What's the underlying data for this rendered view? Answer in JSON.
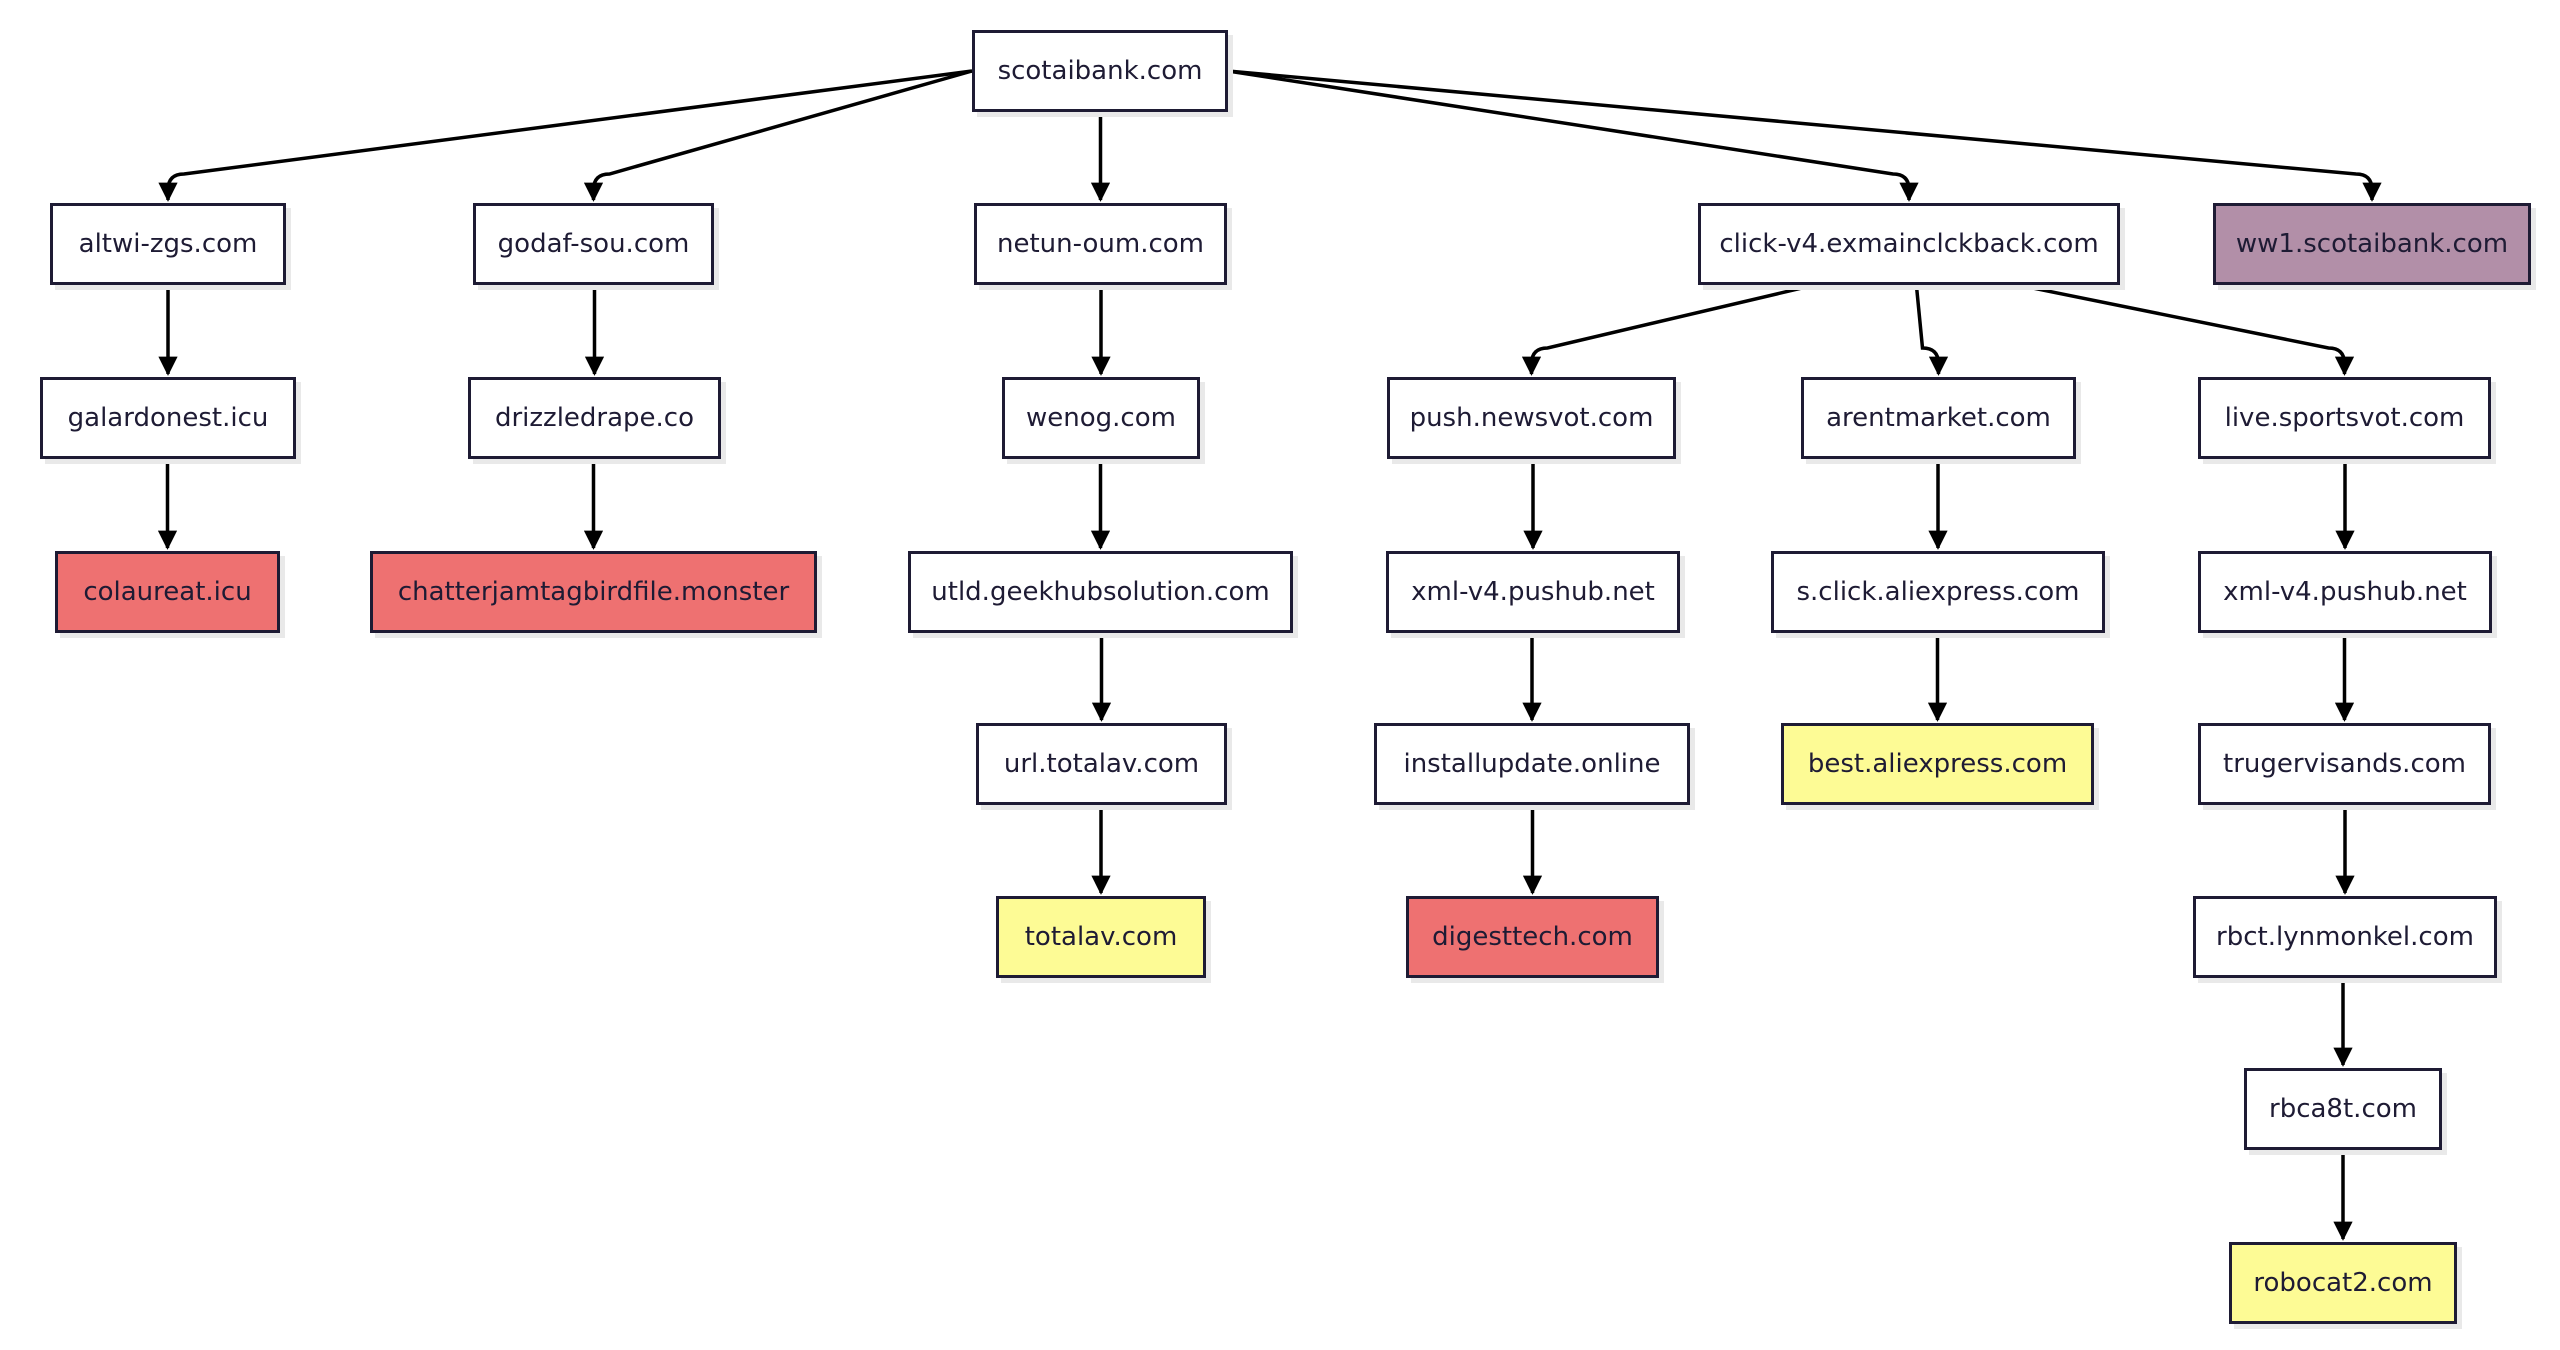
{
  "colors": {
    "node_fill": "#ffffff",
    "node_border": "#1e1b34",
    "edge": "#000000",
    "red": "#ee7171",
    "yellow": "#fdfb95",
    "purple": "#b28fa8"
  },
  "nodes": {
    "root": {
      "label": "scotaibank.com",
      "color": "white"
    },
    "altwi": {
      "label": "altwi-zgs.com",
      "color": "white"
    },
    "galardonest": {
      "label": "galardonest.icu",
      "color": "white"
    },
    "colaureat": {
      "label": "colaureat.icu",
      "color": "red"
    },
    "godaf": {
      "label": "godaf-sou.com",
      "color": "white"
    },
    "drizzledrape": {
      "label": "drizzledrape.co",
      "color": "white"
    },
    "chatterjam": {
      "label": "chatterjamtagbirdfile.monster",
      "color": "red"
    },
    "netun": {
      "label": "netun-oum.com",
      "color": "white"
    },
    "wenog": {
      "label": "wenog.com",
      "color": "white"
    },
    "utld": {
      "label": "utld.geekhubsolution.com",
      "color": "white"
    },
    "urltotalav": {
      "label": "url.totalav.com",
      "color": "white"
    },
    "totalav": {
      "label": "totalav.com",
      "color": "yellow"
    },
    "click": {
      "label": "click-v4.exmainclckback.com",
      "color": "white"
    },
    "pushnewsvot": {
      "label": "push.newsvot.com",
      "color": "white"
    },
    "xml1": {
      "label": "xml-v4.pushub.net",
      "color": "white"
    },
    "installupdate": {
      "label": "installupdate.online",
      "color": "white"
    },
    "digesttech": {
      "label": "digesttech.com",
      "color": "red"
    },
    "arentmarket": {
      "label": "arentmarket.com",
      "color": "white"
    },
    "sclick": {
      "label": "s.click.aliexpress.com",
      "color": "white"
    },
    "bestali": {
      "label": "best.aliexpress.com",
      "color": "yellow"
    },
    "livesports": {
      "label": "live.sportsvot.com",
      "color": "white"
    },
    "xml2": {
      "label": "xml-v4.pushub.net",
      "color": "white"
    },
    "truger": {
      "label": "trugervisands.com",
      "color": "white"
    },
    "rbct": {
      "label": "rbct.lynmonkel.com",
      "color": "white"
    },
    "rbca8t": {
      "label": "rbca8t.com",
      "color": "white"
    },
    "robocat2": {
      "label": "robocat2.com",
      "color": "yellow"
    },
    "ww1": {
      "label": "ww1.scotaibank.com",
      "color": "purple"
    }
  },
  "edges": [
    [
      "root",
      "altwi"
    ],
    [
      "root",
      "godaf"
    ],
    [
      "root",
      "netun"
    ],
    [
      "root",
      "click"
    ],
    [
      "root",
      "ww1"
    ],
    [
      "altwi",
      "galardonest"
    ],
    [
      "galardonest",
      "colaureat"
    ],
    [
      "godaf",
      "drizzledrape"
    ],
    [
      "drizzledrape",
      "chatterjam"
    ],
    [
      "netun",
      "wenog"
    ],
    [
      "wenog",
      "utld"
    ],
    [
      "utld",
      "urltotalav"
    ],
    [
      "urltotalav",
      "totalav"
    ],
    [
      "click",
      "pushnewsvot"
    ],
    [
      "click",
      "arentmarket"
    ],
    [
      "click",
      "livesports"
    ],
    [
      "pushnewsvot",
      "xml1"
    ],
    [
      "xml1",
      "installupdate"
    ],
    [
      "installupdate",
      "digesttech"
    ],
    [
      "arentmarket",
      "sclick"
    ],
    [
      "sclick",
      "bestali"
    ],
    [
      "livesports",
      "xml2"
    ],
    [
      "xml2",
      "truger"
    ],
    [
      "truger",
      "rbct"
    ],
    [
      "rbct",
      "rbca8t"
    ],
    [
      "rbca8t",
      "robocat2"
    ]
  ]
}
